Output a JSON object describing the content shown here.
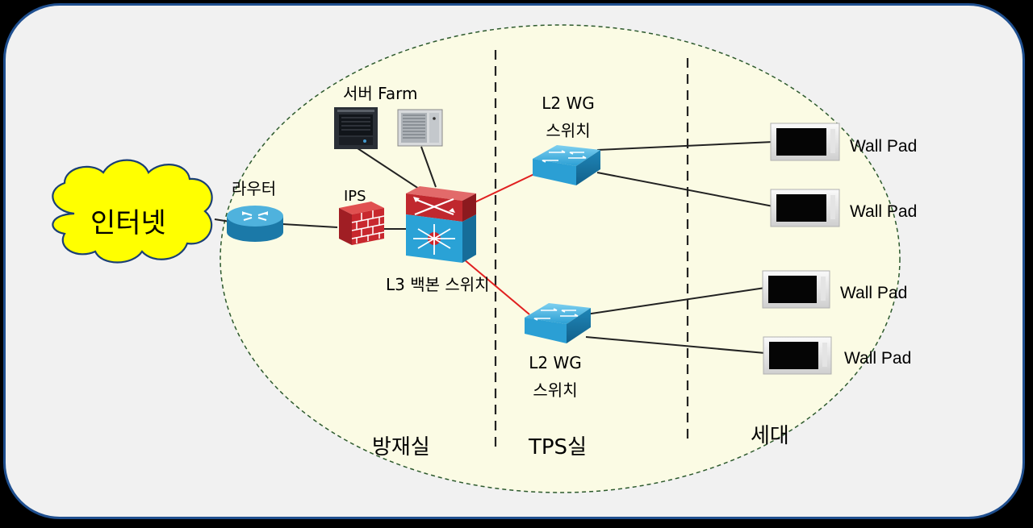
{
  "internet": "인터넷",
  "router": "라우터",
  "ips": "IPS",
  "server_farm": "서버 Farm",
  "l3_backbone": "L3 백본 스위치",
  "l2_top": {
    "line1": "L2 WG",
    "line2": "스위치"
  },
  "l2_bottom": {
    "line1": "L2 WG",
    "line2": "스위치"
  },
  "wallpads": [
    "Wall Pad",
    "Wall Pad",
    "Wall Pad",
    "Wall Pad"
  ],
  "zones": [
    "방재실",
    "TPS실",
    "세대"
  ],
  "colors": {
    "border": "#1f4f8f",
    "zone_fill": "#fbfbe4",
    "cloud": "#ffff00",
    "link_red": "#e02020",
    "switch_blue": "#29a3d6",
    "firewall_red": "#c0282e"
  }
}
